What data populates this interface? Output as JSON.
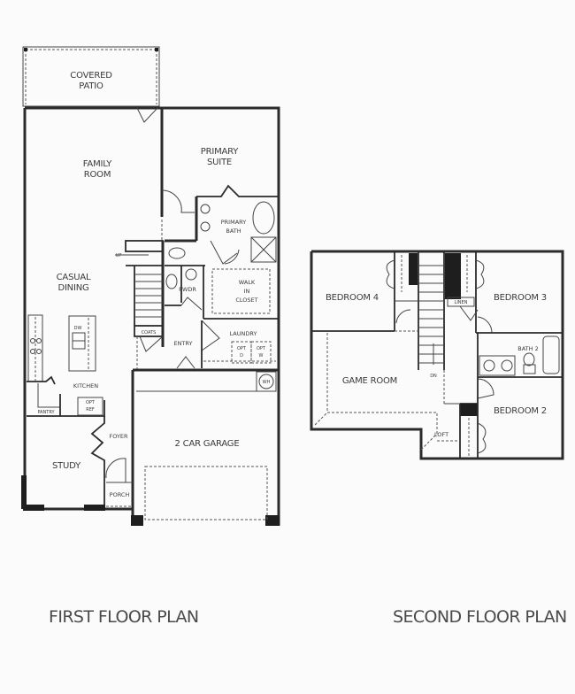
{
  "first_floor": {
    "title": "FIRST FLOOR PLAN",
    "rooms": {
      "covered_patio_1": "COVERED",
      "covered_patio_2": "PATIO",
      "family_room_1": "FAMILY",
      "family_room_2": "ROOM",
      "primary_suite_1": "PRIMARY",
      "primary_suite_2": "SUITE",
      "primary_bath_1": "PRIMARY",
      "primary_bath_2": "BATH",
      "casual_dining_1": "CASUAL",
      "casual_dining_2": "DINING",
      "walk_in_closet_1": "WALK",
      "walk_in_closet_2": "IN",
      "walk_in_closet_3": "CLOSET",
      "pwdr": "PWDR",
      "entry": "ENTRY",
      "laundry": "LAUNDRY",
      "opt_d_1": "OPT",
      "opt_d_2": "D",
      "opt_w_1": "OPT",
      "opt_w_2": "W",
      "kitchen": "KITCHEN",
      "dw": "DW",
      "pantry": "PANTRY",
      "opt_ref_1": "OPT",
      "opt_ref_2": "REF",
      "wh": "WH",
      "up": "UP",
      "coats": "COATS",
      "foyer": "FOYER",
      "study": "STUDY",
      "porch": "PORCH",
      "garage": "2 CAR GARAGE"
    }
  },
  "second_floor": {
    "title": "SECOND FLOOR PLAN",
    "rooms": {
      "bedroom_4": "BEDROOM 4",
      "bedroom_3": "BEDROOM 3",
      "linen": "LINEN",
      "bath_2": "BATH 2",
      "game_room": "GAME ROOM",
      "dn": "DN",
      "bedroom_2": "BEDROOM 2",
      "loft": "LOFT"
    }
  }
}
